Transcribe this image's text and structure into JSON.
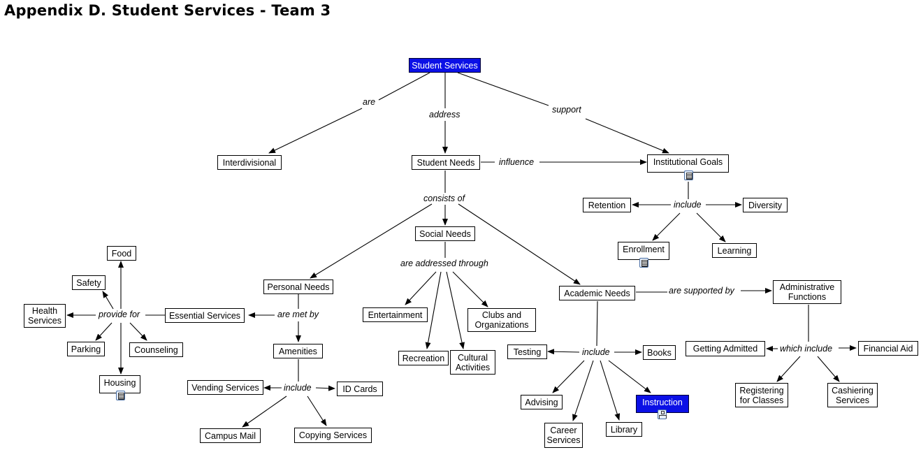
{
  "title": "Appendix D. Student Services - Team 3",
  "concepts": {
    "student_services": "Student Services",
    "interdivisional": "Interdivisional",
    "student_needs": "Student Needs",
    "institutional_goals": "Institutional Goals",
    "retention": "Retention",
    "diversity": "Diversity",
    "enrollment": "Enrollment",
    "learning": "Learning",
    "social_needs": "Social Needs",
    "personal_needs": "Personal Needs",
    "academic_needs": "Academic Needs",
    "administrative_functions": "Administrative\nFunctions",
    "food": "Food",
    "safety": "Safety",
    "health_services": "Health\nServices",
    "essential_services": "Essential Services",
    "parking": "Parking",
    "counseling": "Counseling",
    "housing": "Housing",
    "amenities": "Amenities",
    "vending_services": "Vending Services",
    "id_cards": "ID Cards",
    "campus_mail": "Campus Mail",
    "copying_services": "Copying Services",
    "entertainment": "Entertainment",
    "clubs": "Clubs and\nOrganizations",
    "recreation": "Recreation",
    "cultural_activities": "Cultural\nActivities",
    "testing": "Testing",
    "books": "Books",
    "advising": "Advising",
    "instruction": "Instruction",
    "career_services": "Career\nServices",
    "library": "Library",
    "getting_admitted": "Getting Admitted",
    "financial_aid": "Financial Aid",
    "registering": "Registering\nfor Classes",
    "cashiering": "Cashiering\nServices"
  },
  "links": {
    "are": "are",
    "address": "address",
    "support": "support",
    "influence": "influence",
    "include_goals": "include",
    "consists_of": "consists of",
    "are_addressed_through": "are addressed through",
    "are_met_by": "are met by",
    "provide_for": "provide for",
    "include_amenities": "include",
    "are_supported_by": "are supported by",
    "include_academic": "include",
    "which_include": "which include"
  },
  "colors": {
    "highlight_node": "#0b10e6",
    "line": "#000000"
  },
  "icons": {
    "institutional_goals": "document-icon",
    "enrollment": "document-icon",
    "housing": "document-icon",
    "instruction": "concept-map-icon"
  }
}
